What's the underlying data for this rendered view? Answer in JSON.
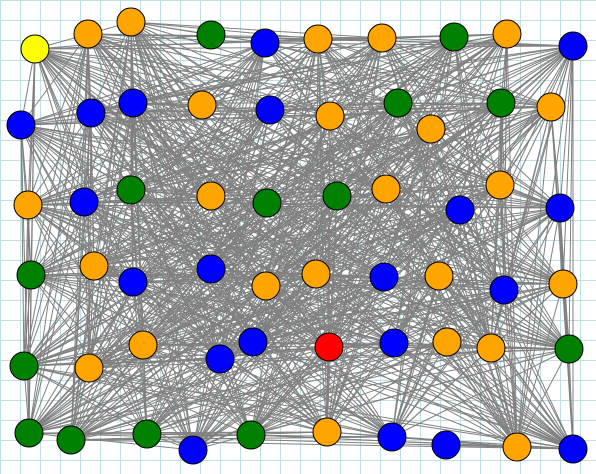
{
  "colors": {
    "yellow": "#ffff00",
    "orange": "#ffa500",
    "green": "#008000",
    "blue": "#0000ff",
    "red": "#ff0000",
    "edge": "#808080",
    "grid": "#bfe0e3"
  },
  "graph": {
    "node_count": 62,
    "highlighted_nodes": [
      {
        "color": "yellow"
      },
      {
        "color": "red"
      }
    ],
    "edge_style": "dense gray mesh connecting most node pairs"
  }
}
